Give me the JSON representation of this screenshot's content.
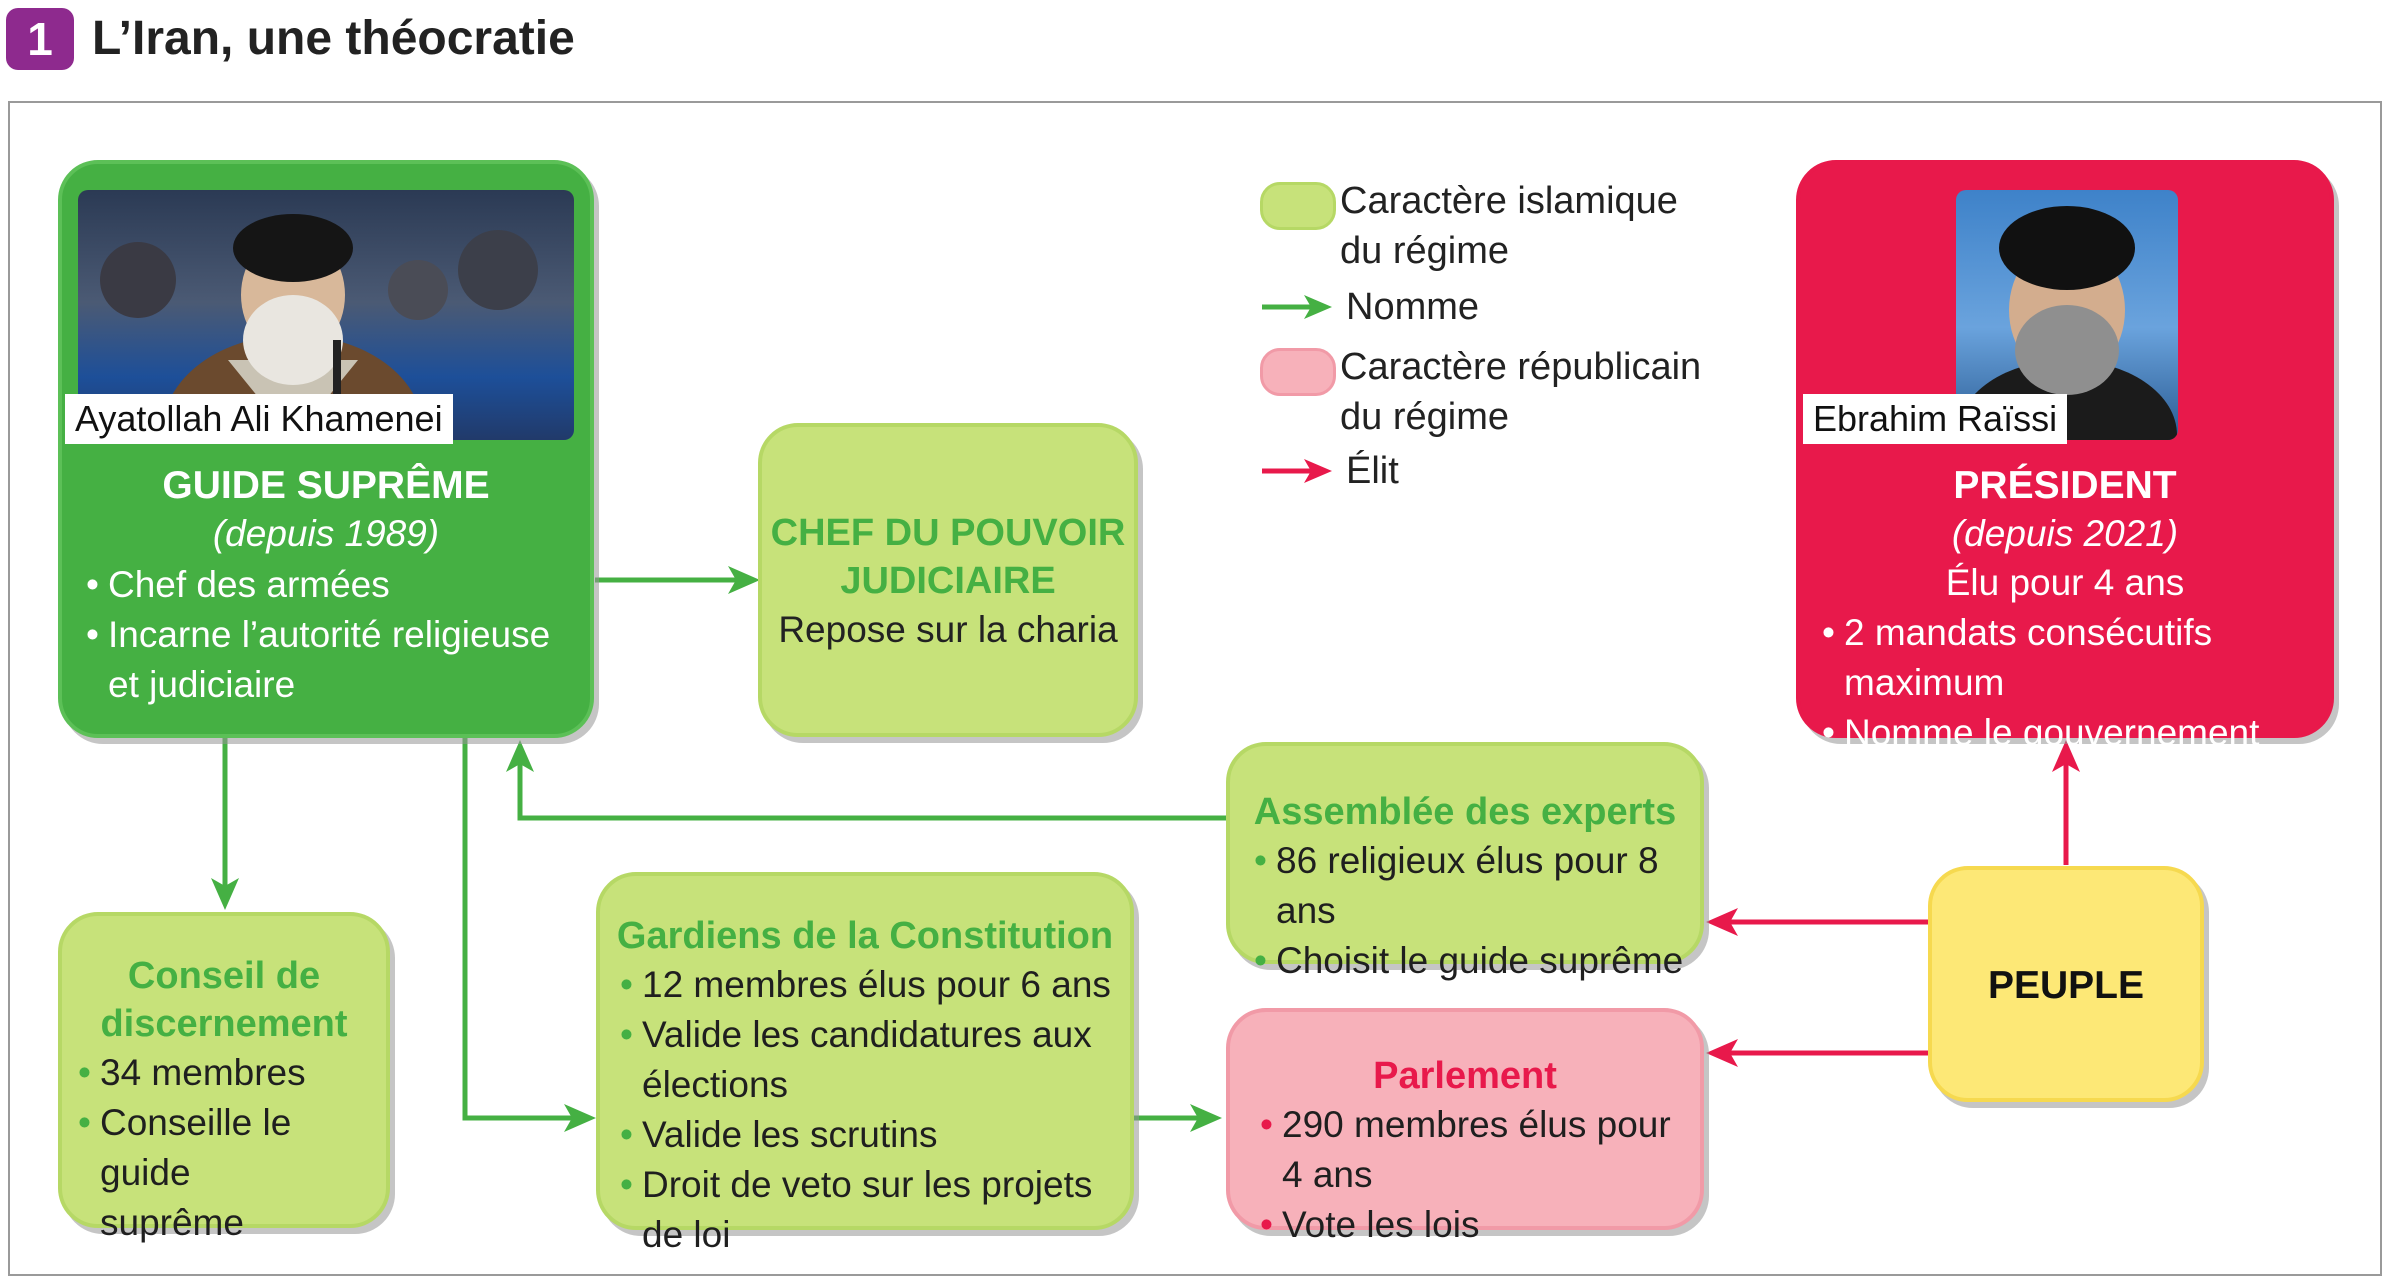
{
  "header": {
    "number": "1",
    "title": "L’Iran, une théocratie"
  },
  "legend": {
    "green_label_1": "Caractère islamique",
    "green_label_2": "du régime",
    "nomme": "Nomme",
    "red_label_1": "Caractère républicain",
    "red_label_2": "du régime",
    "elit": "Élit"
  },
  "guide": {
    "caption": "Ayatollah Ali Khamenei",
    "title": "GUIDE SUPRÊME",
    "since": "(depuis 1989)",
    "items": [
      "Chef des armées",
      "Incarne l’autorité religieuse",
      "et judiciaire"
    ]
  },
  "judiciaire": {
    "title_1": "CHEF DU POUVOIR",
    "title_2": "JUDICIAIRE",
    "text": "Repose sur la charia"
  },
  "president": {
    "caption": "Ebrahim Raïssi",
    "title": "PRÉSIDENT",
    "since": "(depuis 2021)",
    "line": "Élu pour 4 ans",
    "items": [
      "2 mandats consécutifs maximum",
      "Nomme le gouvernement"
    ]
  },
  "experts": {
    "title": "Assemblée des experts",
    "items": [
      "86 religieux élus pour 8 ans",
      "Choisit le guide suprême"
    ]
  },
  "gardiens": {
    "title": "Gardiens de la Constitution",
    "items": [
      "12 membres élus pour 6 ans",
      "Valide les candidatures aux",
      "élections",
      "Valide les scrutins",
      "Droit de veto sur les projets de loi"
    ]
  },
  "conseil": {
    "title_1": "Conseil de",
    "title_2": "discernement",
    "items": [
      "34 membres",
      "Conseille le guide",
      "suprême"
    ]
  },
  "parlement": {
    "title": "Parlement",
    "items": [
      "290 membres élus pour 4 ans",
      "Vote les lois"
    ]
  },
  "peuple": {
    "title": "PEUPLE"
  },
  "colors": {
    "green": "#45b043",
    "light_green": "#c7e27a",
    "red": "#e8194b",
    "pink": "#f7b1ba",
    "yellow": "#fde876",
    "badge": "#8e2a8e"
  }
}
